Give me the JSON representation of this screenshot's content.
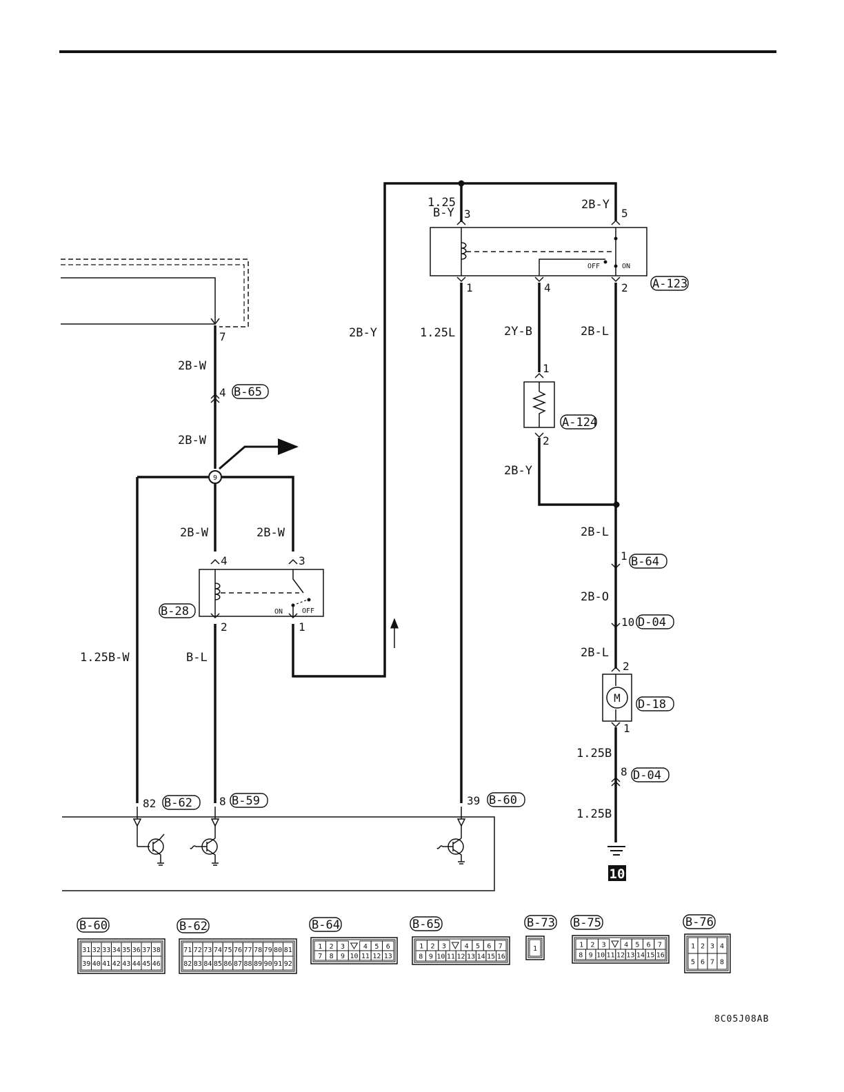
{
  "colors": {
    "line": "#111111",
    "paper": "#ffffff"
  },
  "icons": {
    "coil": "relay-coil-icon",
    "resistor": "resistor-icon",
    "motor": "motor-icon",
    "ground": "ground-icon",
    "transistor": "transistor-icon",
    "arrow": "arrow-icon"
  },
  "connectors": {
    "a123": "A-123",
    "a124": "A-124",
    "b28": "B-28",
    "b59": "B-59",
    "b60": "B-60",
    "b62": "B-62",
    "b64": "B-64",
    "b65": "B-65",
    "d04": "D-04",
    "d18": "D-18"
  },
  "wires": {
    "w_2bw_a": "2B-W",
    "w_2bw_b": "2B-W",
    "w_2bw_c": "2B-W",
    "w_2bw_d": "2B-W",
    "w_125bw": "1.25B-W",
    "w_bl": "B-L",
    "w_2by_main": "2B-Y",
    "w_125_top": "1.25",
    "w_by_top": "B-Y",
    "w_125l": "1.25L",
    "w_2by_top": "2B-Y",
    "w_2yb": "2Y-B",
    "w_2bl_a": "2B-L",
    "w_2by_mid": "2B-Y",
    "w_2bl_b": "2B-L",
    "w_2bo": "2B-O",
    "w_2bl_c": "2B-L",
    "w_125b_a": "1.25B",
    "w_125b_b": "1.25B"
  },
  "pins": {
    "p7": "7",
    "p4_b65": "4",
    "p4_b28": "4",
    "p3_b28": "3",
    "p2_b28": "2",
    "p1_b28": "1",
    "p3_a123": "3",
    "p5_a123": "5",
    "p1_a123": "1",
    "p4_a123": "4",
    "p2_a123": "2",
    "p1_a124": "1",
    "p2_a124": "2",
    "p1_b64": "1",
    "p10_d04": "10",
    "p2_d18": "2",
    "p1_d18": "1",
    "p8_d04": "8",
    "p82": "82",
    "p8_b59": "8",
    "p39": "39"
  },
  "junction": "9",
  "switch_labels": {
    "on_a123": "ON",
    "off_a123": "OFF",
    "on_b28": "ON",
    "off_b28": "OFF"
  },
  "ground_number": "10",
  "motor_symbol": "M",
  "legend": [
    {
      "name": "B-60",
      "rows": [
        [
          "31",
          "32",
          "33",
          "34",
          "35",
          "36",
          "37",
          "38"
        ],
        [
          "39",
          "40",
          "41",
          "42",
          "43",
          "44",
          "45",
          "46"
        ]
      ]
    },
    {
      "name": "B-62",
      "rows": [
        [
          "71",
          "72",
          "73",
          "74",
          "75",
          "76",
          "77",
          "78",
          "79",
          "80",
          "81"
        ],
        [
          "82",
          "83",
          "84",
          "85",
          "86",
          "87",
          "88",
          "89",
          "90",
          "91",
          "92"
        ]
      ]
    },
    {
      "name": "B-64",
      "rows": [
        [
          "1",
          "2",
          "3",
          "",
          "4",
          "5",
          "6"
        ],
        [
          "7",
          "8",
          "9",
          "10",
          "11",
          "12",
          "13"
        ]
      ]
    },
    {
      "name": "B-65",
      "rows": [
        [
          "1",
          "2",
          "3",
          "",
          "4",
          "5",
          "6",
          "7"
        ],
        [
          "8",
          "9",
          "10",
          "11",
          "12",
          "13",
          "14",
          "15",
          "16"
        ]
      ]
    },
    {
      "name": "B-73",
      "rows": [
        [
          "1"
        ]
      ]
    },
    {
      "name": "B-75",
      "rows": [
        [
          "1",
          "2",
          "3",
          "",
          "4",
          "5",
          "6",
          "7"
        ],
        [
          "8",
          "9",
          "10",
          "11",
          "12",
          "13",
          "14",
          "15",
          "16"
        ]
      ]
    },
    {
      "name": "B-76",
      "rows": [
        [
          "1",
          "2",
          "3",
          "4"
        ],
        [
          "5",
          "6",
          "7",
          "8"
        ]
      ]
    }
  ],
  "figure_code": "8C05J08AB"
}
